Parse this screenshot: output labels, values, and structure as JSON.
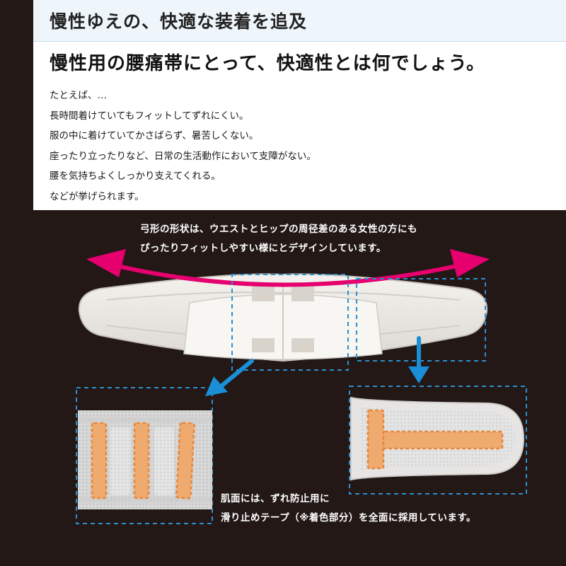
{
  "header": {
    "title": "慢性ゆえの、快適な装着を追及"
  },
  "subheading": "慢性用の腰痛帯にとって、快適性とは何でしょう。",
  "body_lines": [
    "たとえば、…",
    "長時間着けていてもフィットしてずれにくい。",
    "服の中に着けていてかさばらず、暑苦しくない。",
    "座ったり立ったりなど、日常の生活動作において支障がない。",
    "腰を気持ちよくしっかり支えてくれる。",
    "などが挙げられます。"
  ],
  "panel": {
    "top_caption": [
      "弓形の形状は、ウエストとヒップの周径差のある女性の方にも",
      "ぴったりフィットしやすい様にとデザインしています。"
    ],
    "bottom_caption": [
      "肌面には、ずれ防止用に",
      "滑り止めテープ（※着色部分）を全面に採用しています。"
    ]
  },
  "colors": {
    "dark": "#231815",
    "header_band": "#eef6fb",
    "arrow_magenta": "#e5006e",
    "arrow_blue": "#1a8ed6",
    "tape_orange": "#e8873a"
  },
  "icons": {
    "curved_arrow": "double-headed-curved-arrow-icon",
    "pointer_arrow": "arrow-down-icon"
  }
}
